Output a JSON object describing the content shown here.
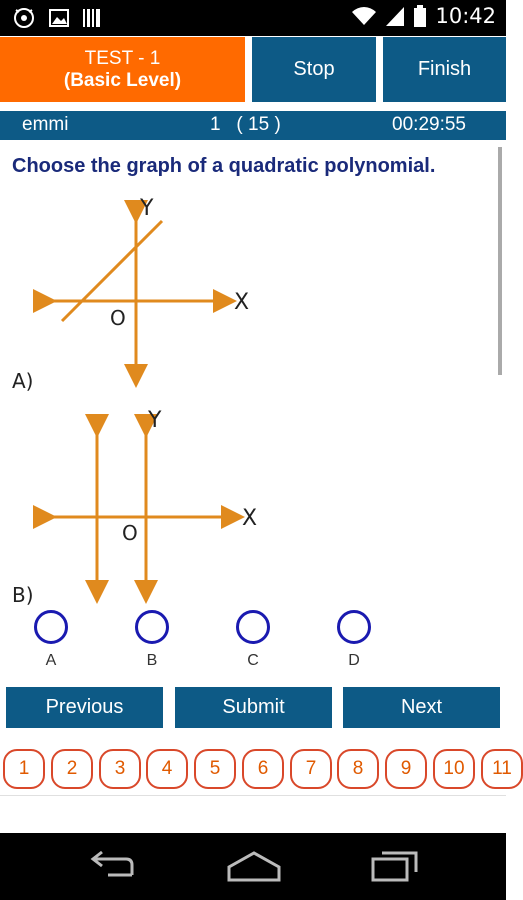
{
  "status_bar": {
    "time": "10:42",
    "left_icons": [
      "alarm-icon",
      "image-icon",
      "barcode-icon"
    ],
    "right_icons": [
      "wifi-icon",
      "signal-icon",
      "battery-icon"
    ]
  },
  "header": {
    "test_title": "TEST - 1",
    "test_level": "(Basic Level)",
    "stop_label": "Stop",
    "finish_label": "Finish"
  },
  "info": {
    "user": "emmi",
    "question_number": "1",
    "total_questions": "( 15 )",
    "timer": "00:29:55"
  },
  "question": {
    "text": "Choose the graph of a quadratic polynomial.",
    "graph_a": {
      "label": "A)",
      "y_axis": "Y",
      "x_axis": "X",
      "origin": "O"
    },
    "graph_b": {
      "label": "B)",
      "y_axis": "Y",
      "x_axis": "X",
      "origin": "O"
    }
  },
  "options": [
    "A",
    "B",
    "C",
    "D"
  ],
  "nav": {
    "previous_label": "Previous",
    "submit_label": "Submit",
    "next_label": "Next"
  },
  "question_numbers": [
    "1",
    "2",
    "3",
    "4",
    "5",
    "6",
    "7",
    "8",
    "9",
    "10",
    "11"
  ],
  "colors": {
    "accent_orange": "#ff6a00",
    "primary_blue": "#0d5a86",
    "question_text": "#1a2a7a",
    "graph_line": "#e08a1e",
    "radio_border": "#1a1ab0",
    "pill_border": "#d9482a"
  }
}
